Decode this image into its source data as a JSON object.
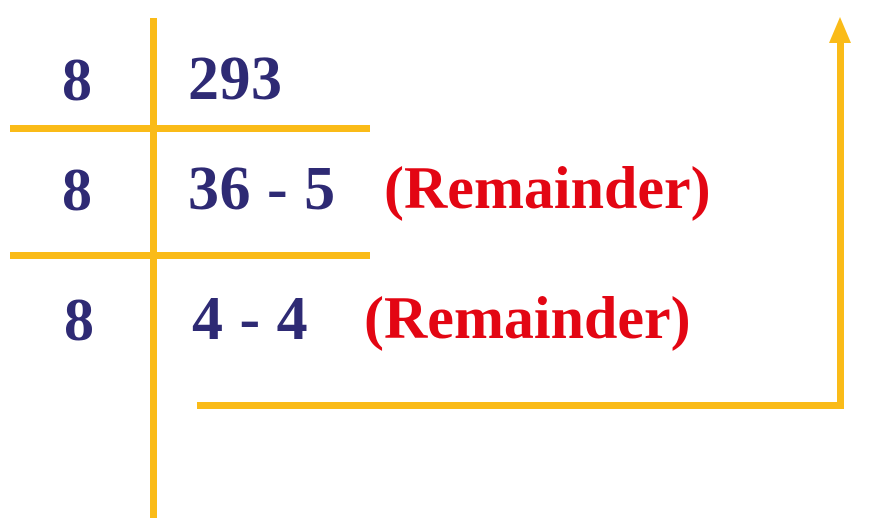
{
  "diagram": {
    "title": "Long division ladder: 293 divided by 8 repeatedly",
    "colors": {
      "rule": "#FABB18",
      "number": "#2E2A74",
      "remainder": "#E30613",
      "background": "#FFFFFF"
    },
    "rows": [
      {
        "divisor": "8",
        "value": "293",
        "remainder_label": ""
      },
      {
        "divisor": "8",
        "value": "36 - 5",
        "remainder_label": "(Remainder)"
      },
      {
        "divisor": "8",
        "value": "4 - 4",
        "remainder_label": "(Remainder)"
      }
    ],
    "arrow": {
      "name": "read-upward-arrow",
      "direction": "up"
    }
  }
}
